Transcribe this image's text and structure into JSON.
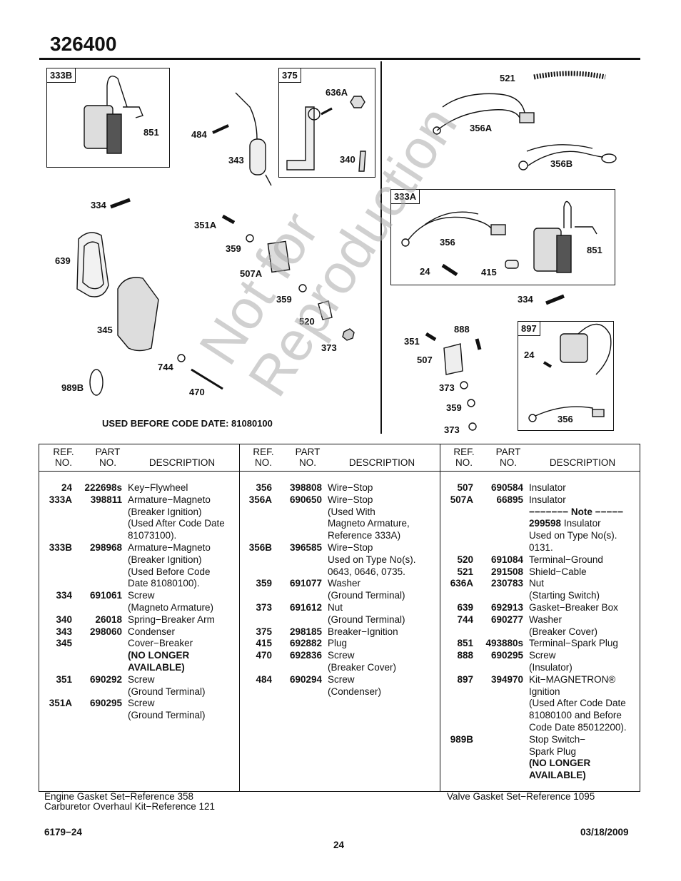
{
  "header": {
    "title": "326400"
  },
  "callouts": {
    "box_333b": "333B",
    "box_375": "375",
    "box_333a": "333A",
    "box_897": "897",
    "l851a": "851",
    "l484": "484",
    "l343": "343",
    "l636a": "636A",
    "l340": "340",
    "l521": "521",
    "l356a": "356A",
    "l356b": "356B",
    "l334a": "334",
    "l351a": "351A",
    "l359a": "359",
    "l507a": "507A",
    "l639": "639",
    "l359b": "359",
    "l520": "520",
    "l345": "345",
    "l373a": "373",
    "l744": "744",
    "l470": "470",
    "l989b": "989B",
    "l356": "356",
    "l851b": "851",
    "l24a": "24",
    "l415": "415",
    "l334b": "334",
    "l888": "888",
    "l351": "351",
    "l507": "507",
    "l373b": "373",
    "l359c": "359",
    "l373c": "373",
    "l24b": "24",
    "l356c": "356"
  },
  "used_before": "USED BEFORE CODE DATE: 81080100",
  "watermark": [
    "Not for",
    "Reproduction"
  ],
  "table": {
    "headers": {
      "ref": [
        "REF.",
        "NO."
      ],
      "part": [
        "PART",
        "NO."
      ],
      "desc": "DESCRIPTION"
    },
    "columns": [
      [
        {
          "ref": "24",
          "part": "222698s",
          "desc": [
            "Key−Flywheel"
          ]
        },
        {
          "ref": "333A",
          "part": "398811",
          "desc": [
            "Armature−Magneto",
            "(Breaker Ignition)",
            "(Used After Code Date",
            "81073100)."
          ]
        },
        {
          "ref": "333B",
          "part": "298968",
          "desc": [
            "Armature−Magneto",
            "(Breaker Ignition)",
            "(Used Before Code",
            "Date 81080100)."
          ]
        },
        {
          "ref": "334",
          "part": "691061",
          "desc": [
            "Screw",
            "(Magneto Armature)"
          ]
        },
        {
          "ref": "340",
          "part": "26018",
          "desc": [
            "Spring−Breaker Arm"
          ]
        },
        {
          "ref": "343",
          "part": "298060",
          "desc": [
            "Condenser"
          ]
        },
        {
          "ref": "345",
          "part": "",
          "desc": [
            "Cover−Breaker"
          ],
          "bold": [
            "(NO LONGER",
            "AVAILABLE)"
          ]
        },
        {
          "ref": "351",
          "part": "690292",
          "desc": [
            "Screw",
            "(Ground Terminal)"
          ]
        },
        {
          "ref": "351A",
          "part": "690295",
          "desc": [
            "Screw",
            "(Ground Terminal)"
          ]
        }
      ],
      [
        {
          "ref": "356",
          "part": "398808",
          "desc": [
            "Wire−Stop"
          ]
        },
        {
          "ref": "356A",
          "part": "690650",
          "desc": [
            "Wire−Stop",
            "(Used With",
            "Magneto Armature,",
            "Reference 333A)"
          ]
        },
        {
          "ref": "356B",
          "part": "396585",
          "desc": [
            "Wire−Stop",
            "Used on Type No(s).",
            "0643, 0646, 0735."
          ]
        },
        {
          "ref": "359",
          "part": "691077",
          "desc": [
            "Washer",
            "(Ground Terminal)"
          ]
        },
        {
          "ref": "373",
          "part": "691612",
          "desc": [
            "Nut",
            "(Ground Terminal)"
          ]
        },
        {
          "ref": "375",
          "part": "298185",
          "desc": [
            "Breaker−Ignition"
          ]
        },
        {
          "ref": "415",
          "part": "692882",
          "desc": [
            "Plug"
          ]
        },
        {
          "ref": "470",
          "part": "692836",
          "desc": [
            "Screw",
            "(Breaker Cover)"
          ]
        },
        {
          "ref": "484",
          "part": "690294",
          "desc": [
            "Screw",
            "(Condenser)"
          ]
        }
      ],
      [
        {
          "ref": "507",
          "part": "690584",
          "desc": [
            "Insulator"
          ]
        },
        {
          "ref": "507A",
          "part": "66895",
          "desc": [
            "Insulator"
          ],
          "note": {
            "head": "−−−−−−− Note −−−−−",
            "part": "299598",
            "text": "Insulator",
            "rest": [
              "Used on Type No(s).",
              "0131."
            ]
          }
        },
        {
          "ref": "520",
          "part": "691084",
          "desc": [
            "Terminal−Ground"
          ]
        },
        {
          "ref": "521",
          "part": "291508",
          "desc": [
            "Shield−Cable"
          ]
        },
        {
          "ref": "636A",
          "part": "230783",
          "desc": [
            "Nut",
            "(Starting Switch)"
          ]
        },
        {
          "ref": "639",
          "part": "692913",
          "desc": [
            "Gasket−Breaker Box"
          ]
        },
        {
          "ref": "744",
          "part": "690277",
          "desc": [
            "Washer",
            "(Breaker Cover)"
          ]
        },
        {
          "ref": "851",
          "part": "493880s",
          "desc": [
            "Terminal−Spark Plug"
          ]
        },
        {
          "ref": "888",
          "part": "690295",
          "desc": [
            "Screw",
            "(Insulator)"
          ]
        },
        {
          "ref": "897",
          "part": "394970",
          "desc": [
            "Kit−MAGNETRON®",
            "Ignition",
            "(Used After Code Date",
            "81080100 and Before",
            "Code Date 85012200)."
          ]
        },
        {
          "ref": "989B",
          "part": "",
          "desc": [
            "Stop Switch−",
            "Spark Plug"
          ],
          "bold": [
            "(NO LONGER",
            "AVAILABLE)"
          ]
        }
      ]
    ]
  },
  "footer": {
    "left1": "Engine Gasket Set−Reference 358",
    "left2": "Carburetor Overhaul Kit−Reference 121",
    "right": "Valve Gasket Set−Reference 1095",
    "doc": "6179−24",
    "page": "24",
    "date": "03/18/2009"
  }
}
